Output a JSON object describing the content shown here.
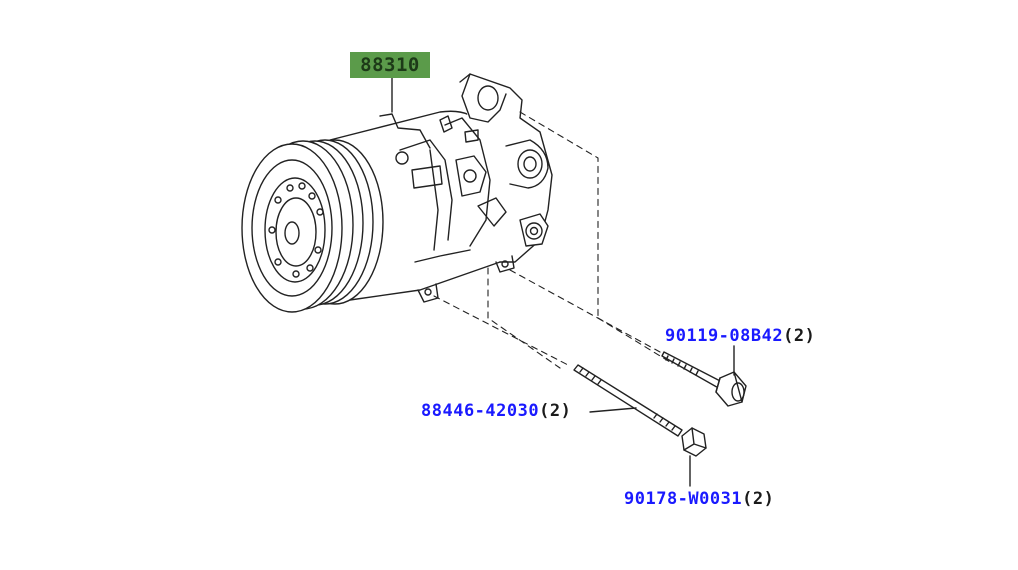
{
  "diagram": {
    "main_part": {
      "number": "88310"
    },
    "colors": {
      "link": "#1a1aff",
      "highlight": "#5b9b4a",
      "line": "#222222"
    },
    "callouts": [
      {
        "id": "bolt",
        "number": "90119-08B42",
        "qty": "(2)"
      },
      {
        "id": "stud",
        "number": "88446-42030",
        "qty": "(2)"
      },
      {
        "id": "nut",
        "number": "90178-W0031",
        "qty": "(2)"
      }
    ]
  }
}
